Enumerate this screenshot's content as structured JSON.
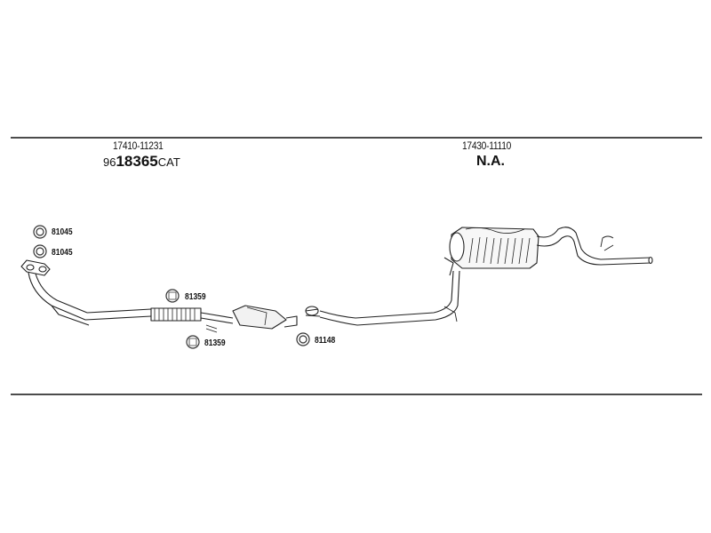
{
  "section_left": {
    "part_number": "17410-11231",
    "catalog_prefix": "96",
    "catalog_main": "18365",
    "catalog_suffix": "CAT"
  },
  "section_right": {
    "part_number": "17430-11110",
    "note": "N.A."
  },
  "parts": {
    "gasket_top": "81045",
    "gasket_second": "81045",
    "bolt_upper": "81359",
    "bolt_lower": "81359",
    "ring_center": "81148"
  },
  "icons": {
    "gasket": "ring-gasket-icon",
    "bolt": "bolt-nut-icon"
  }
}
